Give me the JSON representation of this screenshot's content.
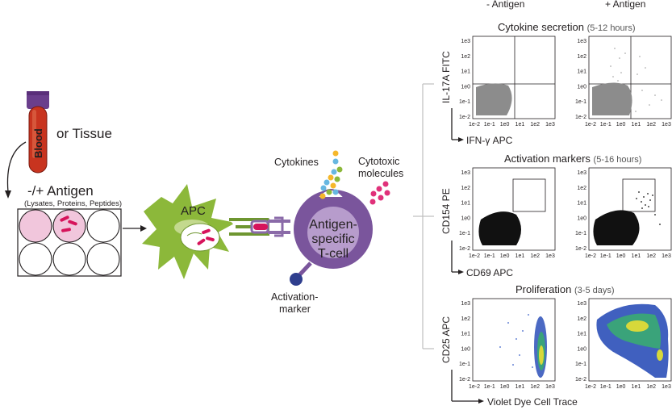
{
  "workflow": {
    "tube_label": "Blood",
    "or_tissue": "or Tissue",
    "antigen_title": "-/+ Antigen",
    "antigen_sub": "(Lysates, Proteins, Peptides)",
    "apc_label": "APC",
    "cytokines_label": "Cytokines",
    "cytotoxic_line1": "Cytotoxic",
    "cytotoxic_line2": "molecules",
    "tcell_line1": "Antigen-",
    "tcell_line2": "specific",
    "tcell_line3": "T-cell",
    "activation_line1": "Activation-",
    "activation_line2": "marker"
  },
  "columns": {
    "minus": "- Antigen",
    "plus": "+ Antigen"
  },
  "panels": [
    {
      "title": "Cytokine secretion",
      "duration": "(5-12 hours)",
      "ylabel": "IL-17A FITC",
      "xlabel": "IFN-γ APC",
      "ticks": [
        "1e-2",
        "1e-1",
        "1e0",
        "1e1",
        "1e2",
        "1e3"
      ]
    },
    {
      "title": "Activation markers",
      "duration": "(5-16 hours)",
      "ylabel": "CD154 PE",
      "xlabel": "CD69 APC",
      "ticks": [
        "1e-2",
        "1e-1",
        "1e0",
        "1e1",
        "1e2",
        "1e3"
      ]
    },
    {
      "title": "Proliferation",
      "duration": "(3-5 days)",
      "ylabel": "CD25 APC",
      "xlabel": "Violet Dye Cell Trace",
      "ticks": [
        "1e-2",
        "1e-1",
        "1e0",
        "1e1",
        "1e2",
        "1e3"
      ]
    }
  ],
  "colors": {
    "apc_green": "#8cb83a",
    "tcell_purple": "#7a559c",
    "tcell_light": "#b79ccc",
    "magenta": "#d6135b",
    "tube_red": "#c8341f",
    "cap_purple": "#6a3e8c",
    "well_pink": "#f1c6dc",
    "gray_dots": "#8c8c8c",
    "black_dots": "#111111"
  },
  "icons": [
    "blood-tube-icon",
    "well-plate-icon",
    "apc-cell-icon",
    "t-cell-icon",
    "tcr-receptor-icon"
  ]
}
